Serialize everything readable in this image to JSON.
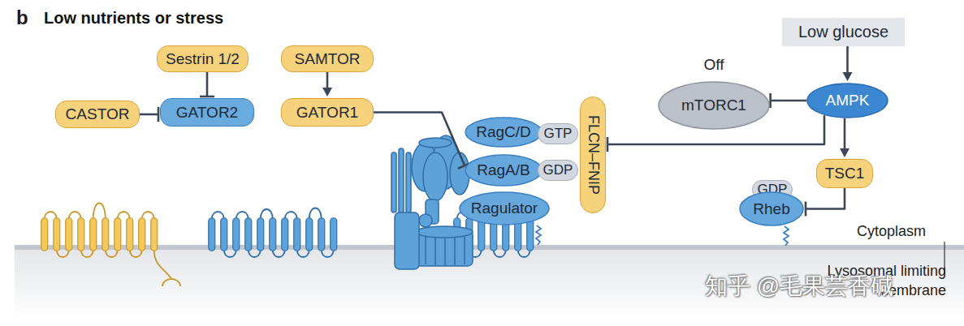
{
  "diagram": {
    "title": "Low nutrients or stress",
    "nodes": [
      {
        "text": [
          "Sestrin 1/2"
        ]
      },
      {
        "text": [
          "SAMTOR"
        ]
      },
      {
        "text": [
          "Low glucose"
        ]
      },
      {
        "text": [
          "CASTOR"
        ]
      },
      {
        "text": [
          "GATOR2"
        ]
      },
      {
        "text": [
          "GATOR1"
        ]
      },
      {
        "text": [
          "Off",
          "mTORC1"
        ]
      },
      {
        "text": [
          "AMPK"
        ]
      },
      {
        "text": [
          "FLCN–FNIP"
        ]
      },
      {
        "text": [
          "RagC/D"
        ]
      },
      {
        "text": [
          "GTP"
        ]
      },
      {
        "text": [
          "RagA/B"
        ]
      },
      {
        "text": [
          "GDP"
        ]
      },
      {
        "text": [
          "Ragulator"
        ]
      },
      {
        "text": [
          "TSC1"
        ]
      },
      {
        "text": [
          "GDP"
        ]
      },
      {
        "text": [
          "Rheb"
        ]
      }
    ],
    "edges": [
      {
        "from": 0,
        "to": 4,
        "arrow": "to"
      },
      {
        "from": 3,
        "to": 4,
        "arrow": "to"
      },
      {
        "from": 1,
        "to": 5,
        "arrow": "to"
      },
      {
        "from": 5,
        "to": 11,
        "arrow": "to"
      },
      {
        "from": 2,
        "to": 7,
        "arrow": "to"
      },
      {
        "from": 7,
        "to": 6,
        "arrow": "to"
      },
      {
        "from": 7,
        "to": 8,
        "arrow": "to"
      },
      {
        "from": 7,
        "to": 14,
        "arrow": "to"
      },
      {
        "from": 14,
        "to": 16,
        "arrow": "to"
      }
    ],
    "labels": [
      "b",
      "Cytoplasm",
      "Lysosomal limiting membrane",
      "知乎 @毛果芸香碱"
    ]
  }
}
